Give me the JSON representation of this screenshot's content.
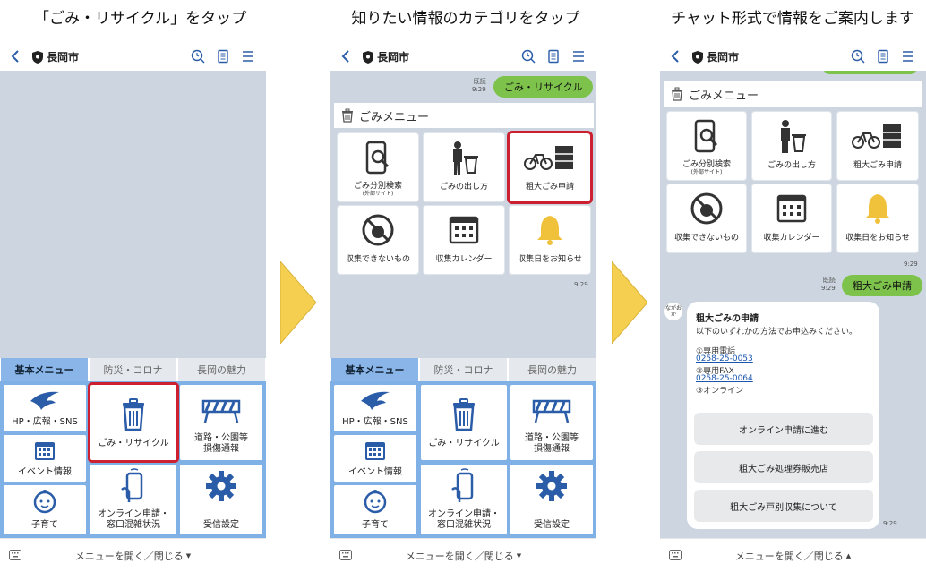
{
  "captions": [
    "「ごみ・リサイクル」をタップ",
    "知りたい情報のカテゴリをタップ",
    "チャット形式で情報をご案内します"
  ],
  "header": {
    "city": "長岡市"
  },
  "tabs": [
    "基本メニュー",
    "防災・コロナ",
    "長岡の魅力"
  ],
  "main_menu": [
    "HP・広報・SNS",
    "ごみ・リサイクル",
    "道路・公園等",
    "損傷通報",
    "イベント情報",
    "子育て",
    "オンライン申請・",
    "窓口混雑状況",
    "受信設定"
  ],
  "bottom_bar": "メニューを開く／閉じる",
  "chat": {
    "read": "既読",
    "time": "9:29",
    "user_msg1": "ごみ・リサイクル",
    "user_msg2": "粗大ごみ申請",
    "rich_title": "ごみメニュー",
    "rich_items": [
      "ごみ分別検索",
      "(外部サイト)",
      "ごみの出し方",
      "粗大ごみ申請",
      "収集できないもの",
      "収集カレンダー",
      "収集日をお知らせ"
    ],
    "bot_avatar": "ながおか",
    "bot_title": "粗大ごみの申請",
    "bot_intro": "以下のいずれかの方法でお申込みください。",
    "bot_phone_label": "①専用電話",
    "bot_phone": "0258-25-0053",
    "bot_fax_label": "②専用FAX",
    "bot_fax": "0258-25-0064",
    "bot_online": "③オンライン",
    "bot_buttons": [
      "オンライン申請に進む",
      "粗大ごみ処理券販売店",
      "粗大ごみ戸別収集について"
    ]
  },
  "colors": {
    "accent_green": "#7cc24b",
    "menu_blue": "#7fb0e6",
    "highlight_red": "#cc1f2f",
    "arrow_yellow": "#f5cf4f"
  }
}
